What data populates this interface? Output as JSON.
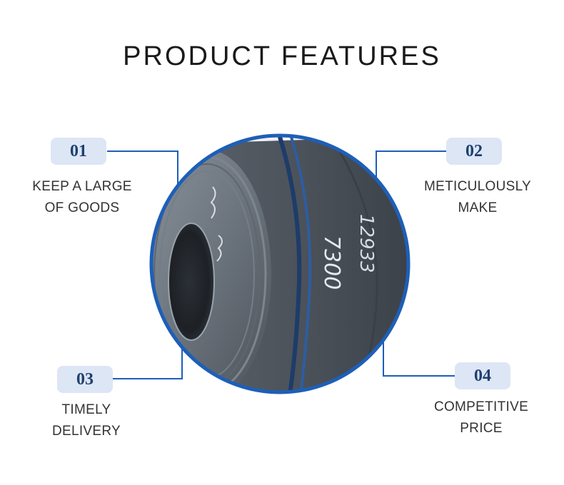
{
  "title": "PRODUCT FEATURES",
  "accent_color": "#1d5fb8",
  "badge_color": "#dce6f5",
  "features": [
    {
      "number": "01",
      "lines": [
        "KEEP A LARGE",
        "OF GOODS"
      ]
    },
    {
      "number": "02",
      "lines": [
        "METICULOUSLY",
        "MAKE"
      ]
    },
    {
      "number": "03",
      "lines": [
        "TIMELY",
        "DELIVERY"
      ]
    },
    {
      "number": "04",
      "lines": [
        "COMPETITIVE",
        "PRICE"
      ]
    }
  ],
  "image": {
    "subject": "steel-coil-photo",
    "markings": [
      "7300",
      "12933"
    ]
  }
}
